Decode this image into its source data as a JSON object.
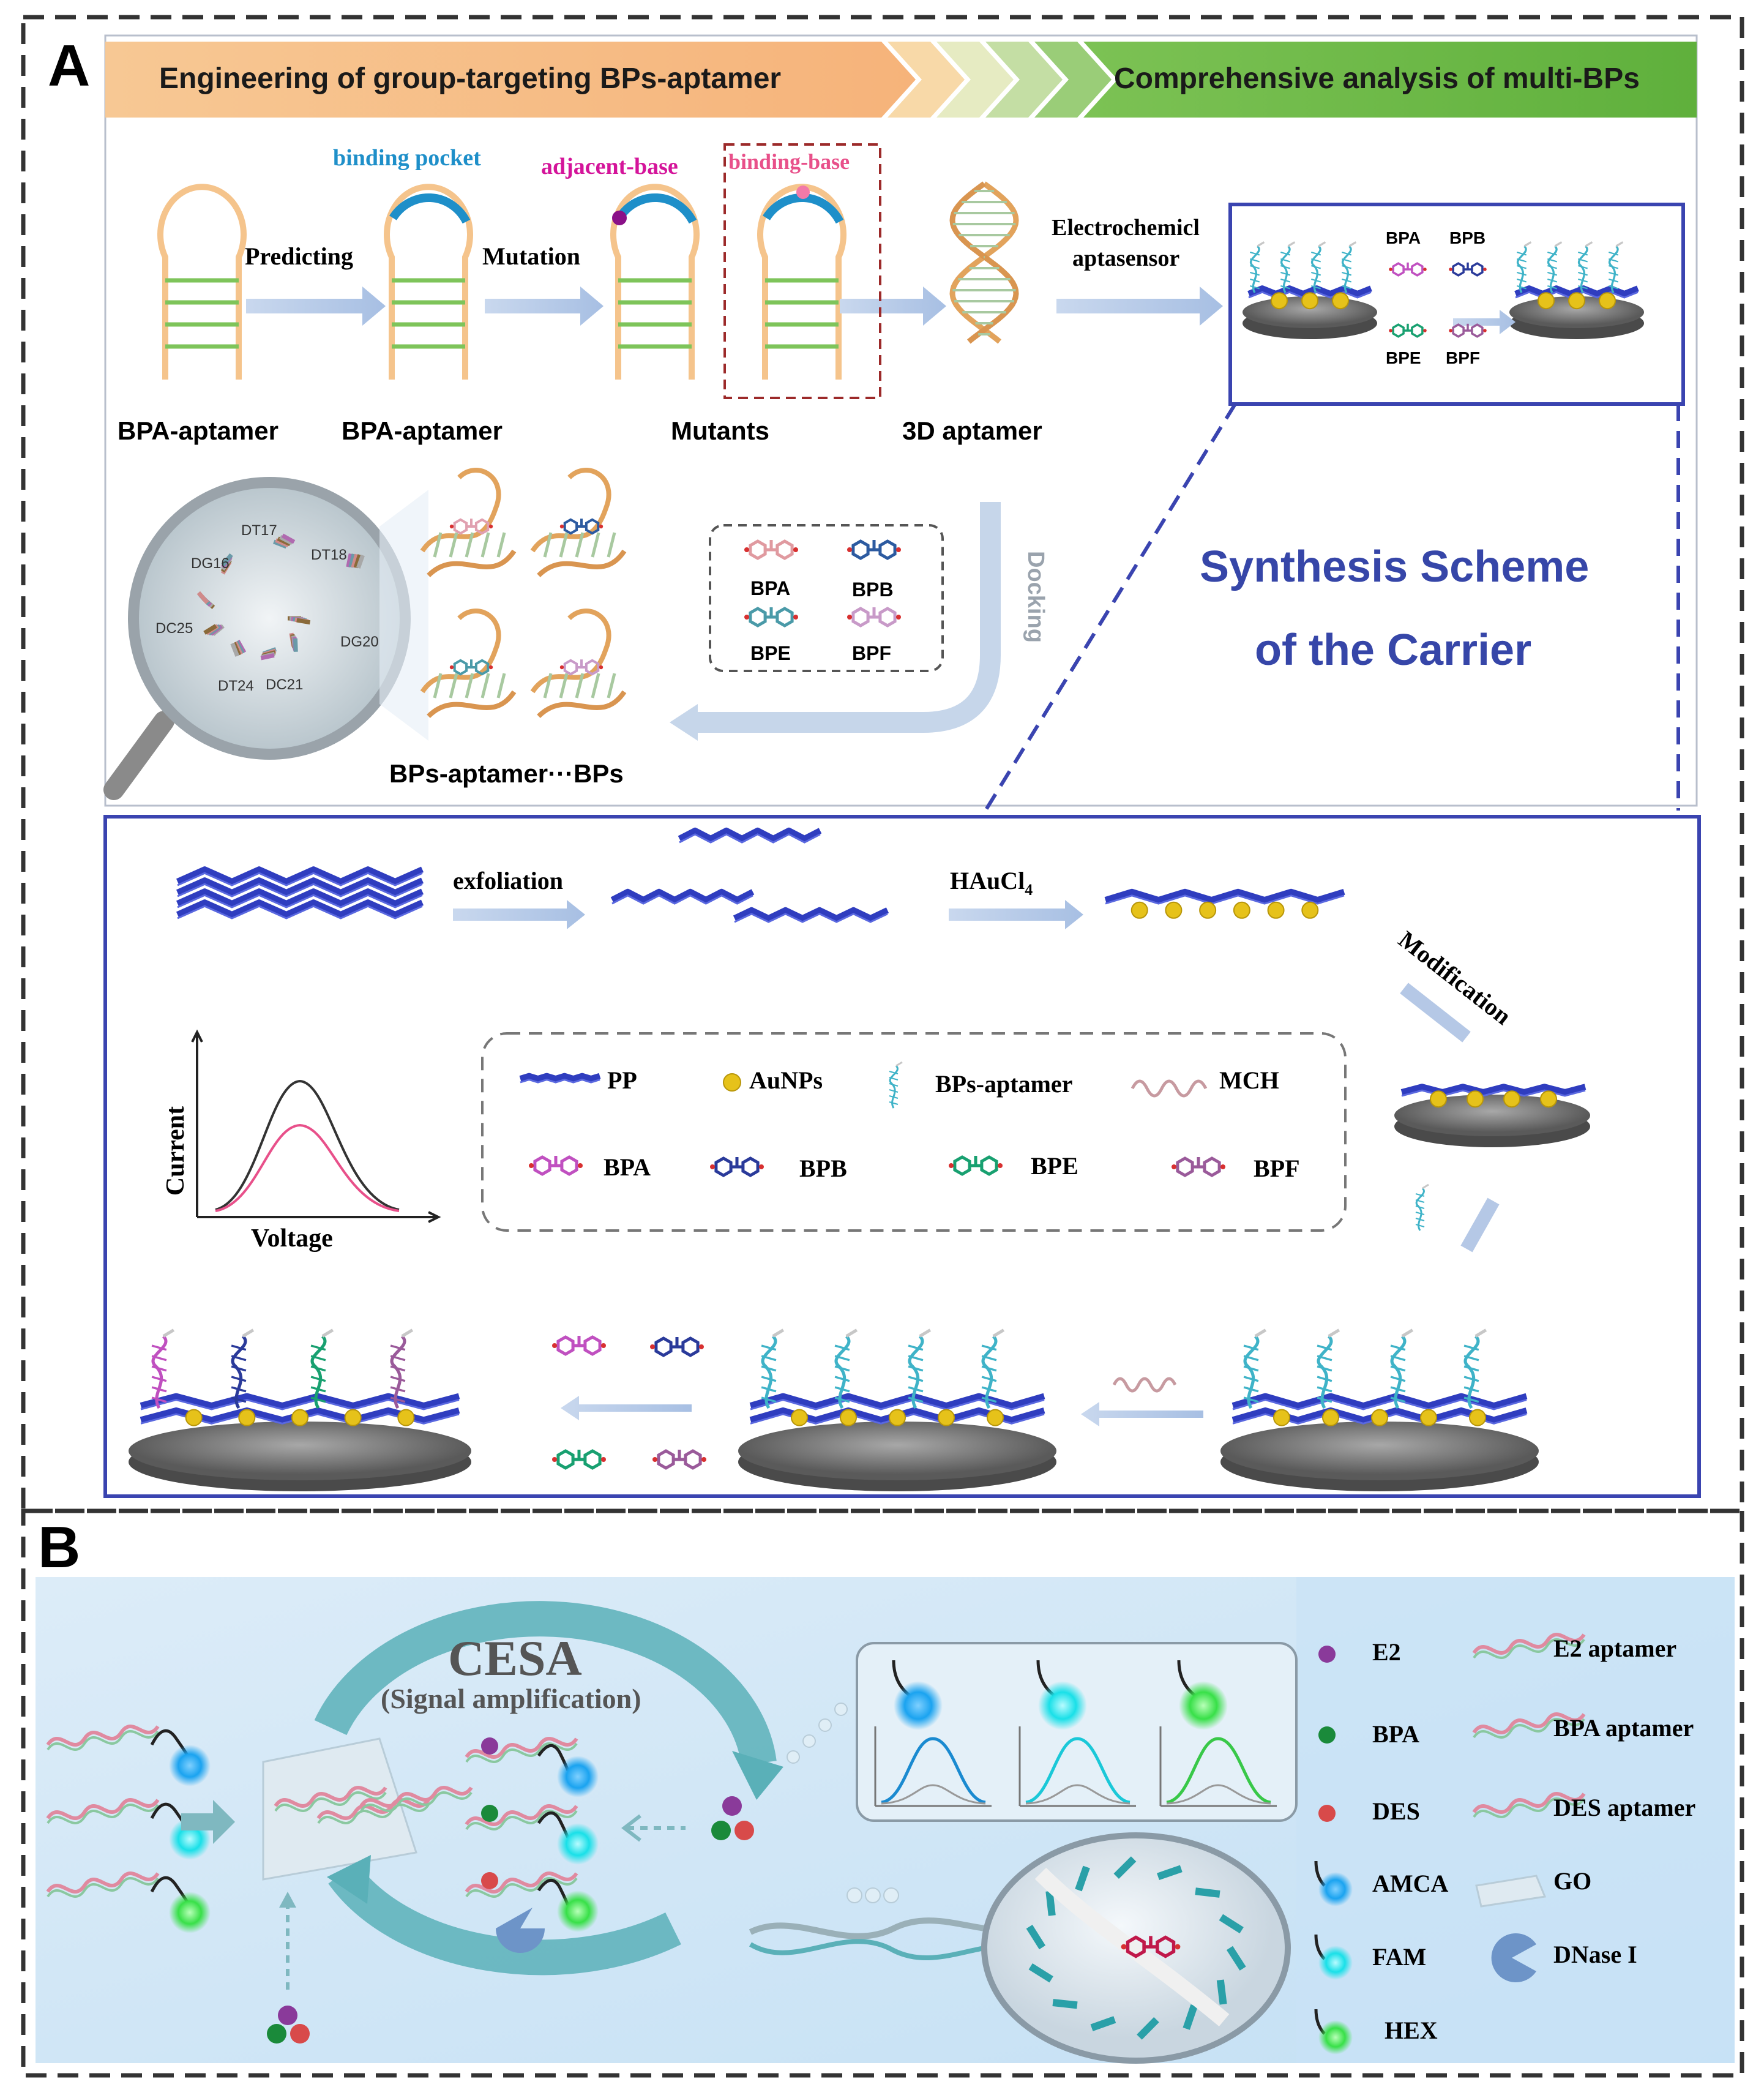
{
  "panelA": {
    "label": "A",
    "banner": {
      "left": "Engineering of group-targeting BPs-aptamer",
      "right": "Comprehensive analysis of multi-BPs"
    },
    "steps": {
      "predicting": "Predicting",
      "mutation": "Mutation",
      "binding_pocket": "binding pocket",
      "adjacent_base": "adjacent-base",
      "binding_base": "binding-base",
      "electro_line1": "Electrochemicl",
      "electro_line2": "aptasensor",
      "docking": "Docking"
    },
    "captions": {
      "bpa_aptamer_1": "BPA-aptamer",
      "bpa_aptamer_2": "BPA-aptamer",
      "mutants": "Mutants",
      "aptamer_3d": "3D aptamer",
      "complex": "BPs-aptamer···BPs"
    },
    "residues": [
      "DT17",
      "DT18",
      "DG16",
      "DC25",
      "DG20",
      "DT24",
      "DC21"
    ],
    "dock_labels": [
      "BPA",
      "BPB",
      "BPE",
      "BPF"
    ],
    "sensor_labels": [
      "BPA",
      "BPB",
      "BPE",
      "BPF"
    ],
    "synthesis_line1": "Synthesis Scheme",
    "synthesis_line2": "of the Carrier"
  },
  "carrier": {
    "exfoliation": "exfoliation",
    "haucl4": "HAuCl",
    "haucl4_sub": "4",
    "modification": "Modification",
    "ylabel": "Current",
    "xlabel": "Voltage",
    "legend": {
      "pp": "PP",
      "aunps": "AuNPs",
      "aptamer": "BPs-aptamer",
      "mch": "MCH",
      "bpa": "BPA",
      "bpb": "BPB",
      "bpe": "BPE",
      "bpf": "BPF"
    }
  },
  "panelB": {
    "label": "B",
    "cesa": "CESA",
    "cesa_sub": "(Signal amplification)",
    "legend": {
      "e2": "E2",
      "bpa": "BPA",
      "des": "DES",
      "amca": "AMCA",
      "fam": "FAM",
      "hex": "HEX",
      "e2_aptamer": "E2  aptamer",
      "bpa_aptamer": "BPA aptamer",
      "des_aptamer": "DES aptamer",
      "go": "GO",
      "dnase": "DNase I"
    }
  },
  "colors": {
    "banner_orange": "#f6b97f",
    "banner_green": "#6ab845",
    "frame_blue": "#3a44b0",
    "title_blue": "#3646a8",
    "pocket_blue": "#1e8fc9",
    "adjacent_magenta": "#d4149a",
    "binding_pink": "#e8508a",
    "pp_blue": "#2f3dbf",
    "au_yellow": "#e6c21a",
    "panelB_bg": "#cfe6f6",
    "amca": "#1aa3f0",
    "fam": "#19e0e8",
    "hex": "#38e048"
  }
}
